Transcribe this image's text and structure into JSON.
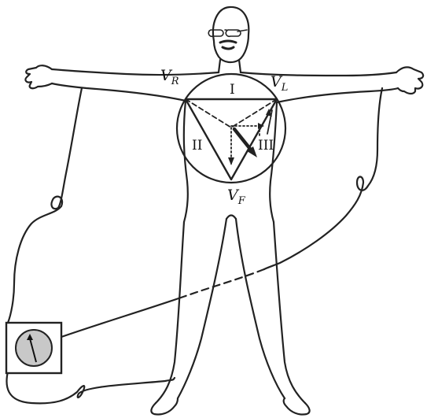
{
  "labels": {
    "vr": {
      "main": "V",
      "sub": "R"
    },
    "vl": {
      "main": "V",
      "sub": "L"
    },
    "vf": {
      "main": "V",
      "sub": "F"
    },
    "lead_i": "I",
    "lead_ii": "II",
    "lead_iii": "III"
  },
  "colors": {
    "ink": "#222222",
    "gauge_face": "#c8c8c8"
  },
  "icons": {
    "gauge": "galvanometer-dial-icon"
  }
}
